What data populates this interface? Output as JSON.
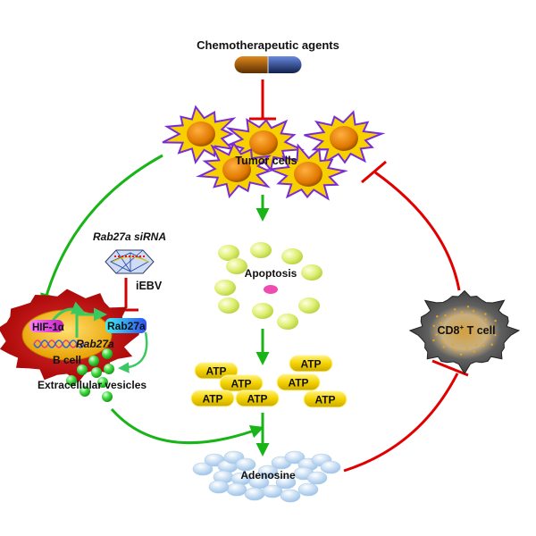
{
  "title": "Chemotherapeutic agents",
  "nodes": {
    "chemo": {
      "label": "Chemotherapeutic agents",
      "colors": [
        "#c66a00",
        "#3a5fc0"
      ]
    },
    "tumor": {
      "label": "Tumor cells",
      "cell_fill": "#f7d000",
      "cell_stroke": "#7a2bd8",
      "nucleus": "#e07800"
    },
    "apoptosis": {
      "label": "Apoptosis",
      "body_color": "#d8ec6a",
      "core_color": "#f050b0"
    },
    "atp": {
      "label": "ATP",
      "count": 7,
      "color": "#f2d000"
    },
    "adenosine": {
      "label": "Adenosine",
      "color": "#c8def5"
    },
    "cd8": {
      "label": "CD8",
      "superscript": "+",
      "suffix": " T cell"
    },
    "siRNA": {
      "label": "Rab27a siRNA"
    },
    "iebv": {
      "label": "iEBV"
    },
    "bcell": {
      "label": "B cell"
    },
    "hif": {
      "label": "HIF-1α"
    },
    "rab27a_protein": {
      "label": "Rab27a"
    },
    "rab27a_gene": {
      "label": "Rab27a"
    },
    "ev": {
      "label": "Extracellular vesicles",
      "color": "#3ed63e"
    }
  },
  "edges": [
    {
      "from": "Chemotherapeutic agents",
      "to": "Tumor cells",
      "type": "inhibition",
      "color": "#e00000"
    },
    {
      "from": "Tumor cells",
      "to": "Apoptosis",
      "type": "activation",
      "color": "#1cb81c"
    },
    {
      "from": "Apoptosis",
      "to": "ATP",
      "type": "activation",
      "color": "#1cb81c"
    },
    {
      "from": "ATP",
      "to": "Adenosine",
      "type": "activation",
      "color": "#1cb81c"
    },
    {
      "from": "Tumor cells",
      "to": "B cell",
      "type": "activation",
      "color": "#1cb81c"
    },
    {
      "from": "iEBV",
      "to": "Rab27a",
      "type": "inhibition",
      "color": "#e00000"
    },
    {
      "from": "Extracellular vesicles",
      "to": "ATP",
      "type": "activation",
      "color": "#1cb81c"
    },
    {
      "from": "Adenosine",
      "to": "CD8+ T cell",
      "type": "inhibition",
      "color": "#e00000"
    },
    {
      "from": "CD8+ T cell",
      "to": "Tumor cells",
      "type": "inhibition",
      "color": "#e00000"
    }
  ]
}
